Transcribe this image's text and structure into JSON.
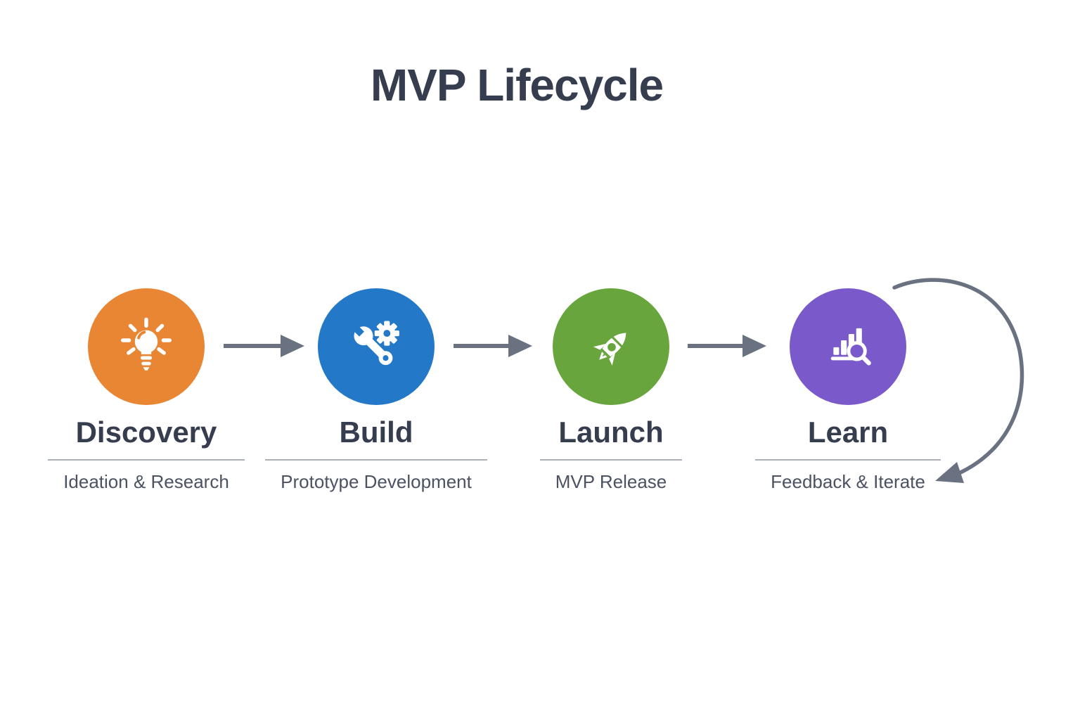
{
  "title": "MVP Lifecycle",
  "stages": [
    {
      "label": "Discovery",
      "subtitle": "Ideation & Research",
      "icon": "lightbulb-icon",
      "color": "#E98634"
    },
    {
      "label": "Build",
      "subtitle": "Prototype Development",
      "icon": "wrench-gear-icon",
      "color": "#2478C8"
    },
    {
      "label": "Launch",
      "subtitle": "MVP Release",
      "icon": "rocket-icon",
      "color": "#68A53C"
    },
    {
      "label": "Learn",
      "subtitle": "Feedback & Iterate",
      "icon": "analytics-magnifier-icon",
      "color": "#7A5ACA"
    }
  ],
  "connectors": {
    "arrow_color": "#6A7180"
  }
}
